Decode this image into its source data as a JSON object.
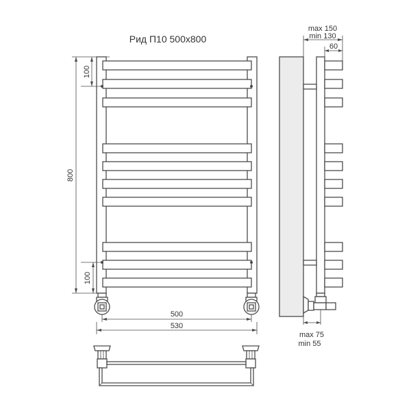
{
  "title": "Рид П10 500x800",
  "front_view": {
    "height_total": "800",
    "top_offset": "100",
    "bottom_offset": "100",
    "width_inner": "500",
    "width_outer": "530",
    "bar_count": 10,
    "bar_groups": [
      3,
      4,
      3
    ]
  },
  "side_view": {
    "wall_distance_max": "max 150",
    "wall_distance_min": "min 130",
    "bar_depth": "60",
    "valve_offset_max": "max 75",
    "valve_offset_min": "min 55"
  },
  "colors": {
    "line": "#4a4a4a",
    "text": "#333333",
    "wall_fill": "#ececec",
    "background": "#ffffff"
  }
}
